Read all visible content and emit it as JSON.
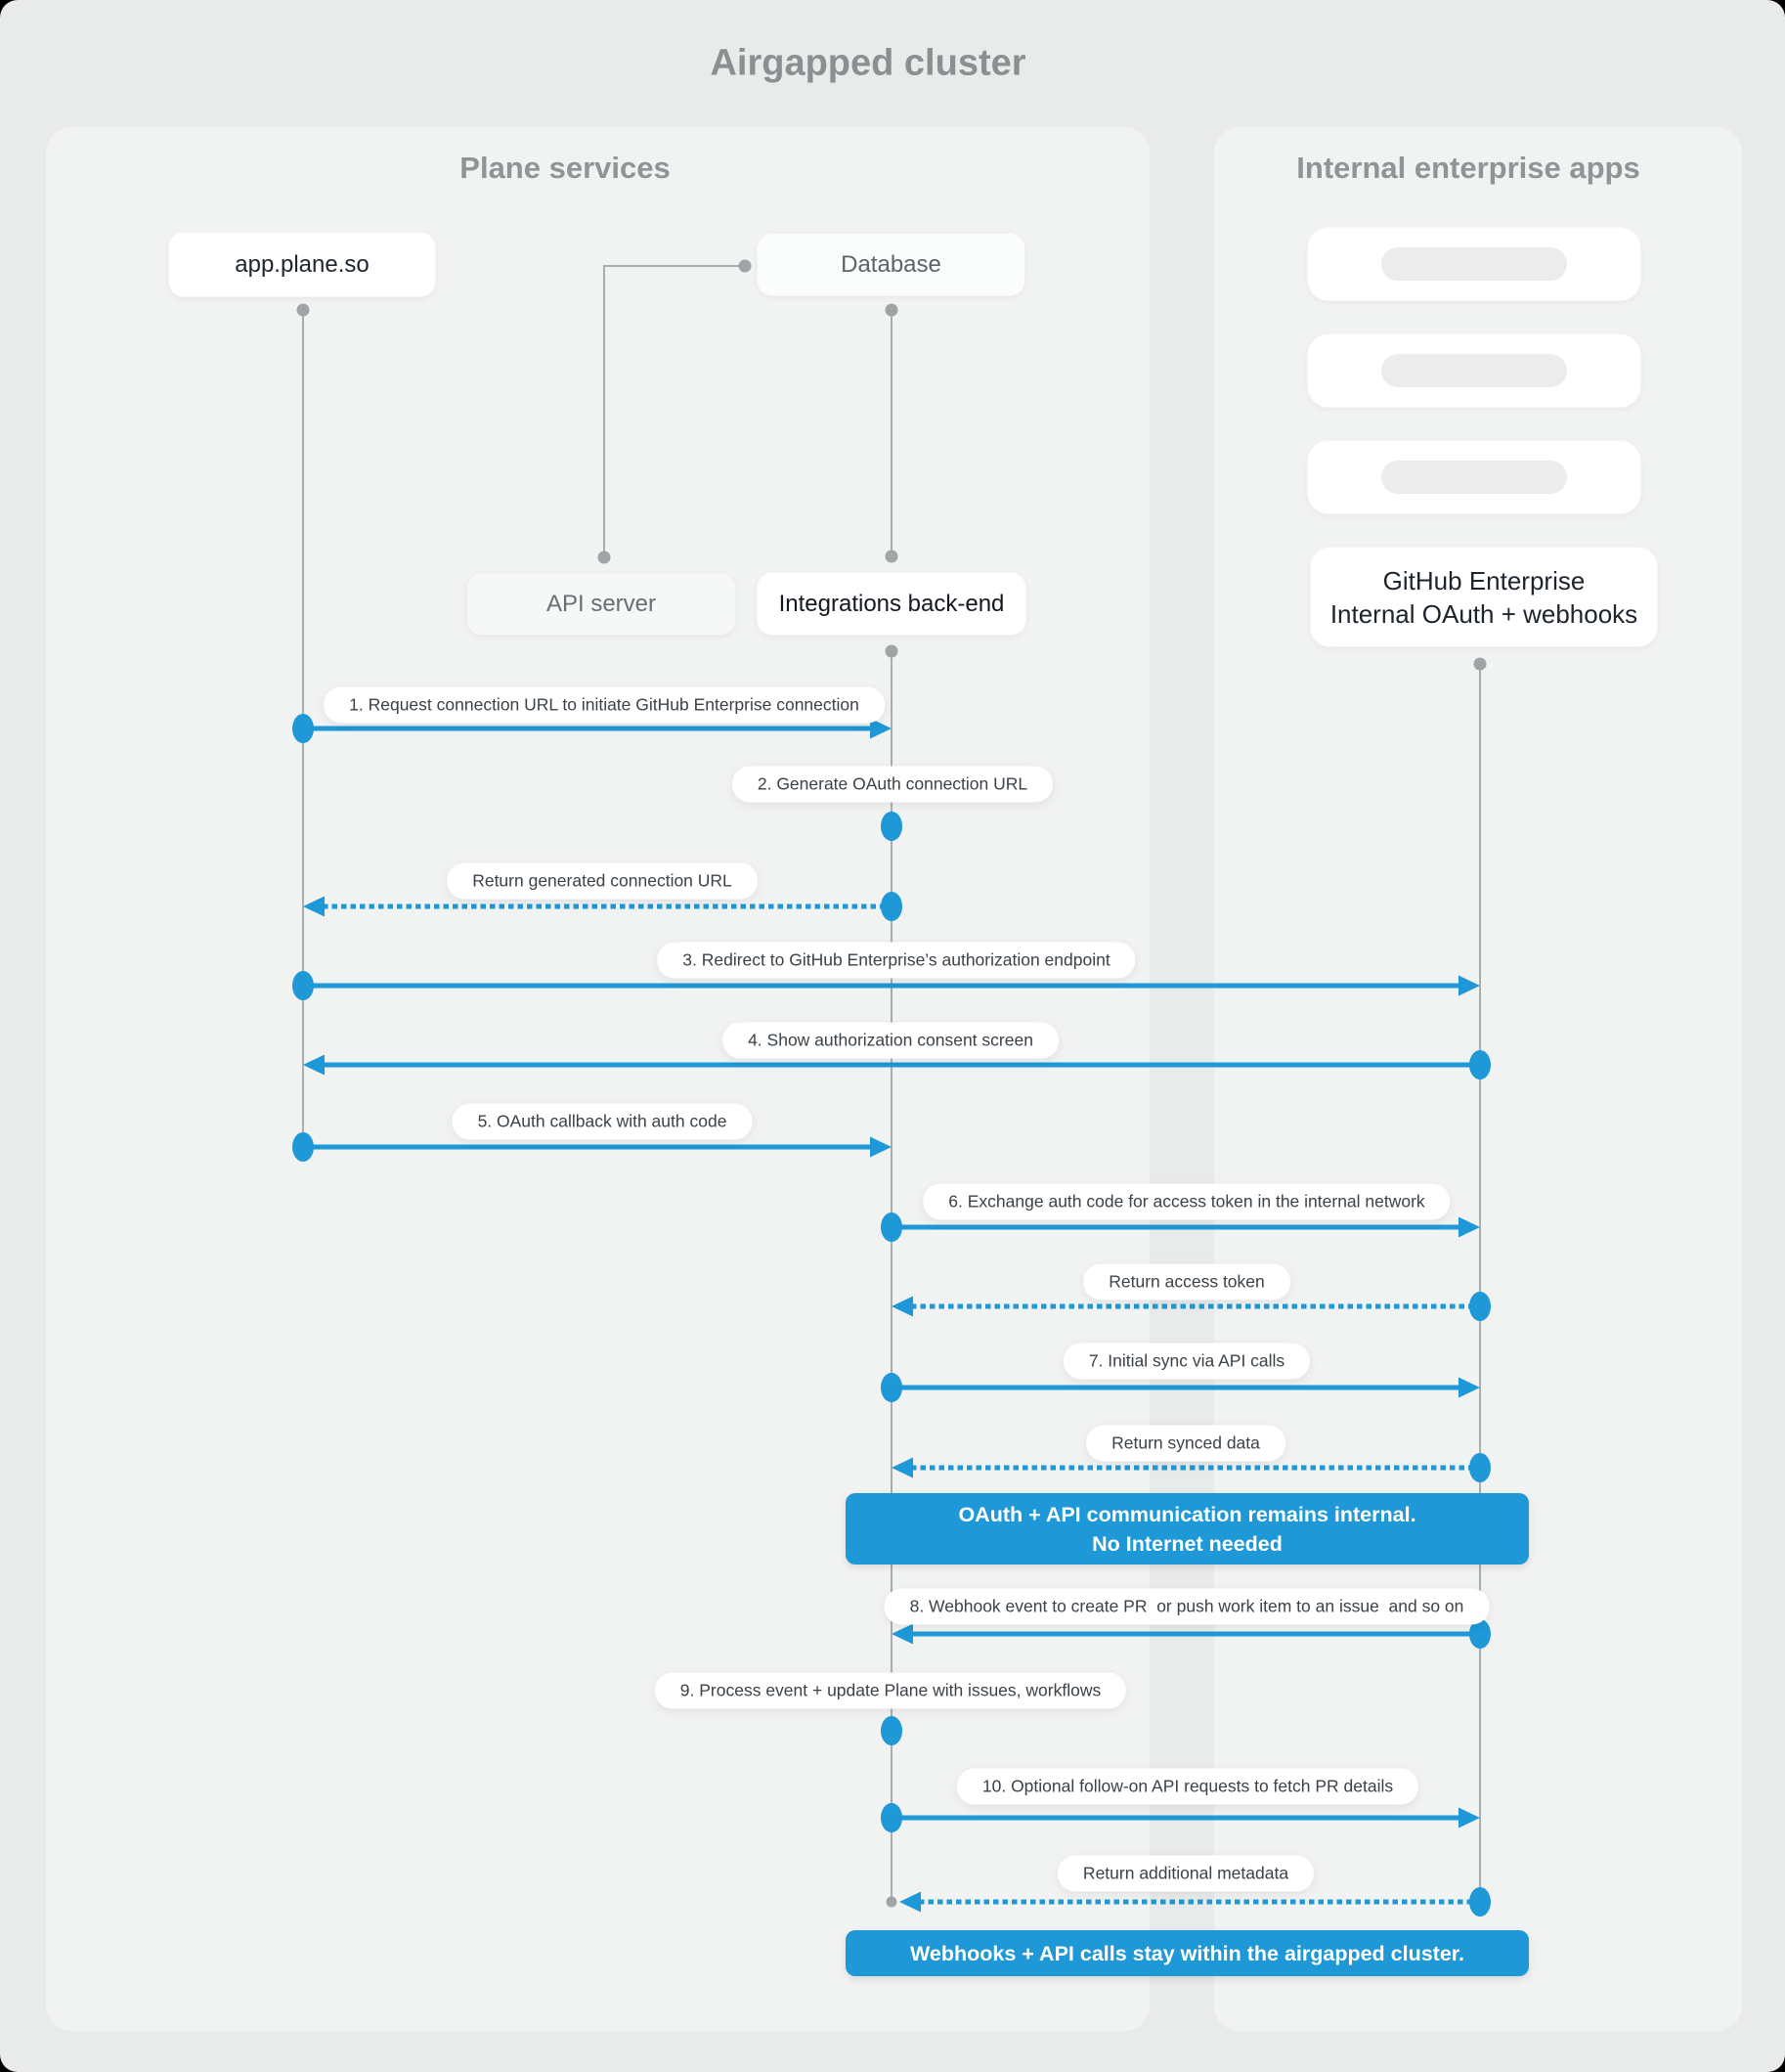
{
  "title": "Airgapped cluster",
  "colors": {
    "accent": "#1e98d6",
    "lifeline": "#a9adb0",
    "panel": "#f1f2f2",
    "page_background": "#e9eaea"
  },
  "panels": {
    "plane": {
      "title": "Plane services"
    },
    "internal": {
      "title": "Internal enterprise apps"
    }
  },
  "nodes": {
    "app": {
      "label": "app.plane.so"
    },
    "database": {
      "label": "Database"
    },
    "api_server": {
      "label": "API server"
    },
    "integrations": {
      "label": "Integrations back-end"
    },
    "github": {
      "line1": "GitHub Enterprise",
      "line2": "Internal OAuth + webhooks"
    }
  },
  "messages": [
    {
      "label": "1. Request connection URL to initiate GitHub Enterprise connection",
      "from": "app.plane.so",
      "to": "Integrations back-end",
      "style": "solid"
    },
    {
      "label": "2. Generate OAuth connection URL",
      "from": "Integrations back-end",
      "to": "Integrations back-end",
      "style": "self"
    },
    {
      "label": "Return generated connection URL",
      "from": "Integrations back-end",
      "to": "app.plane.so",
      "style": "dashed"
    },
    {
      "label": "3. Redirect to GitHub Enterprise’s authorization endpoint",
      "from": "app.plane.so",
      "to": "GitHub Enterprise",
      "style": "solid"
    },
    {
      "label": "4. Show authorization consent screen",
      "from": "GitHub Enterprise",
      "to": "app.plane.so",
      "style": "solid"
    },
    {
      "label": "5. OAuth callback with auth code",
      "from": "app.plane.so",
      "to": "Integrations back-end",
      "style": "solid"
    },
    {
      "label": "6. Exchange auth code for access token in the internal network",
      "from": "Integrations back-end",
      "to": "GitHub Enterprise",
      "style": "solid"
    },
    {
      "label": "Return access token",
      "from": "GitHub Enterprise",
      "to": "Integrations back-end",
      "style": "dashed"
    },
    {
      "label": "7. Initial sync via API calls",
      "from": "Integrations back-end",
      "to": "GitHub Enterprise",
      "style": "solid"
    },
    {
      "label": "Return synced data",
      "from": "GitHub Enterprise",
      "to": "Integrations back-end",
      "style": "dashed"
    },
    {
      "label": "8. Webhook event to create PR  or push work item to an issue  and so on",
      "from": "GitHub Enterprise",
      "to": "Integrations back-end",
      "style": "solid"
    },
    {
      "label": "9. Process event + update Plane with issues, workflows",
      "from": "Integrations back-end",
      "to": "Integrations back-end",
      "style": "self"
    },
    {
      "label": "10. Optional follow-on API requests to fetch PR details",
      "from": "Integrations back-end",
      "to": "GitHub Enterprise",
      "style": "solid"
    },
    {
      "label": "Return additional metadata",
      "from": "GitHub Enterprise",
      "to": "Integrations back-end",
      "style": "dashed"
    }
  ],
  "banners": [
    {
      "line1": "OAuth + API communication remains internal.",
      "line2": "No Internet needed"
    },
    {
      "line1": "Webhooks + API calls stay within the airgapped cluster."
    }
  ]
}
